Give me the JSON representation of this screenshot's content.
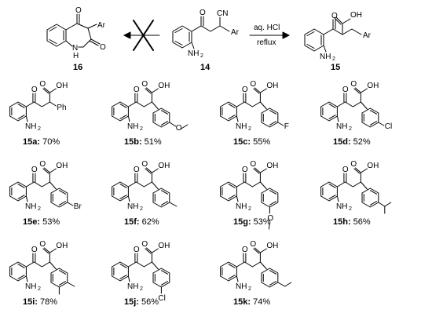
{
  "scheme": {
    "compounds": {
      "c16": "16",
      "c14": "14",
      "c15": "15"
    },
    "conditions": {
      "above": "aq. HCl",
      "below": "reflux"
    },
    "atoms": {
      "O": "O",
      "OH": "OH",
      "N": "N",
      "H": "H",
      "Ar": "Ar",
      "CN": "CN",
      "NH2": "NH",
      "sub2": "2",
      "Ph": "Ph",
      "F": "F",
      "Cl": "Cl",
      "Br": "Br"
    }
  },
  "products": [
    {
      "code": "15a",
      "yield": "70%"
    },
    {
      "code": "15b",
      "yield": "51%"
    },
    {
      "code": "15c",
      "yield": "55%"
    },
    {
      "code": "15d",
      "yield": "52%"
    },
    {
      "code": "15e",
      "yield": "53%"
    },
    {
      "code": "15f",
      "yield": "62%"
    },
    {
      "code": "15g",
      "yield": "53%"
    },
    {
      "code": "15h",
      "yield": "56%"
    },
    {
      "code": "15i",
      "yield": "78%"
    },
    {
      "code": "15j",
      "yield": "56%"
    },
    {
      "code": "15k",
      "yield": "74%"
    }
  ]
}
